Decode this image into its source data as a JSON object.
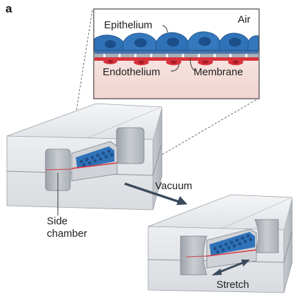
{
  "panel_label": "a",
  "labels": {
    "epithelium": "Epithelium",
    "air": "Air",
    "endothelium": "Endothelium",
    "membrane": "Membrane",
    "vacuum": "Vacuum",
    "side_chamber_line1": "Side",
    "side_chamber_line2": "chamber",
    "stretch": "Stretch"
  },
  "colors": {
    "epithelium_cell": "#2f72b8",
    "epithelium_nucleus": "#1c4f8a",
    "endothelium_cell": "#d8323b",
    "membrane": "#9aa3ac",
    "inset_air": "#ffffff",
    "inset_lower_bg": "#f3d9d5",
    "device_face": "#e3e5e8",
    "device_top": "#f0f1f3",
    "device_side": "#c4c8cd",
    "arrow": "#3a4a5c"
  },
  "icons": [
    "vacuum-arrow-icon",
    "stretch-double-arrow-icon"
  ]
}
